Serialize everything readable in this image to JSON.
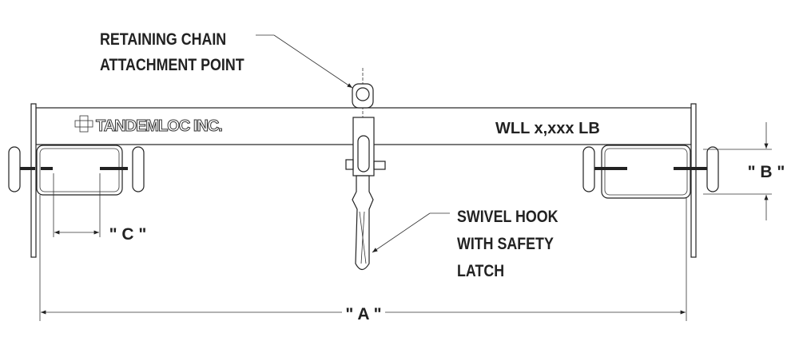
{
  "callouts": {
    "retaining_chain": [
      "RETAINING CHAIN",
      "ATTACHMENT POINT"
    ],
    "swivel_hook": [
      "SWIVEL HOOK",
      "WITH SAFETY",
      "LATCH"
    ]
  },
  "beam": {
    "logo": "TANDEMLOC INC.",
    "wll": "WLL x,xxx LB"
  },
  "dimensions": {
    "a": "\" A \"",
    "b": "\" B \"",
    "c": "\" C \""
  }
}
